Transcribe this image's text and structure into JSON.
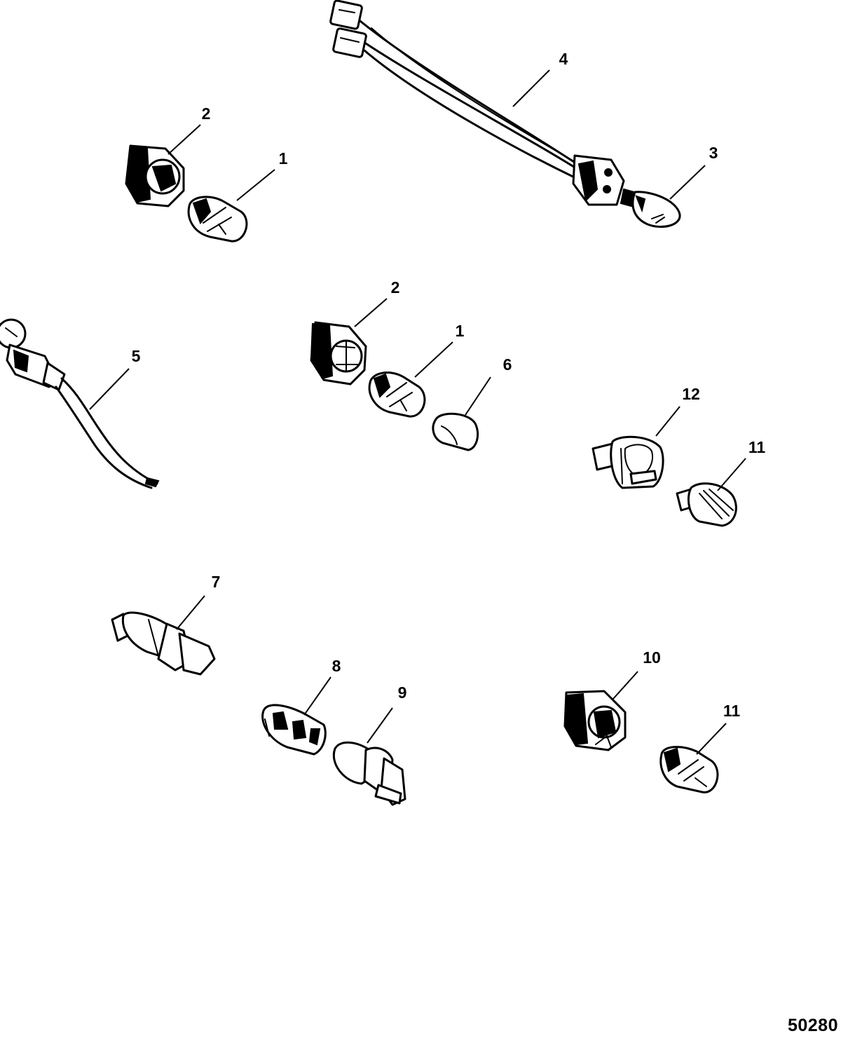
{
  "callouts": [
    "1",
    "2",
    "3",
    "4",
    "5",
    "6",
    "7",
    "8",
    "9",
    "10",
    "11",
    "12"
  ],
  "figure_number": "50280"
}
